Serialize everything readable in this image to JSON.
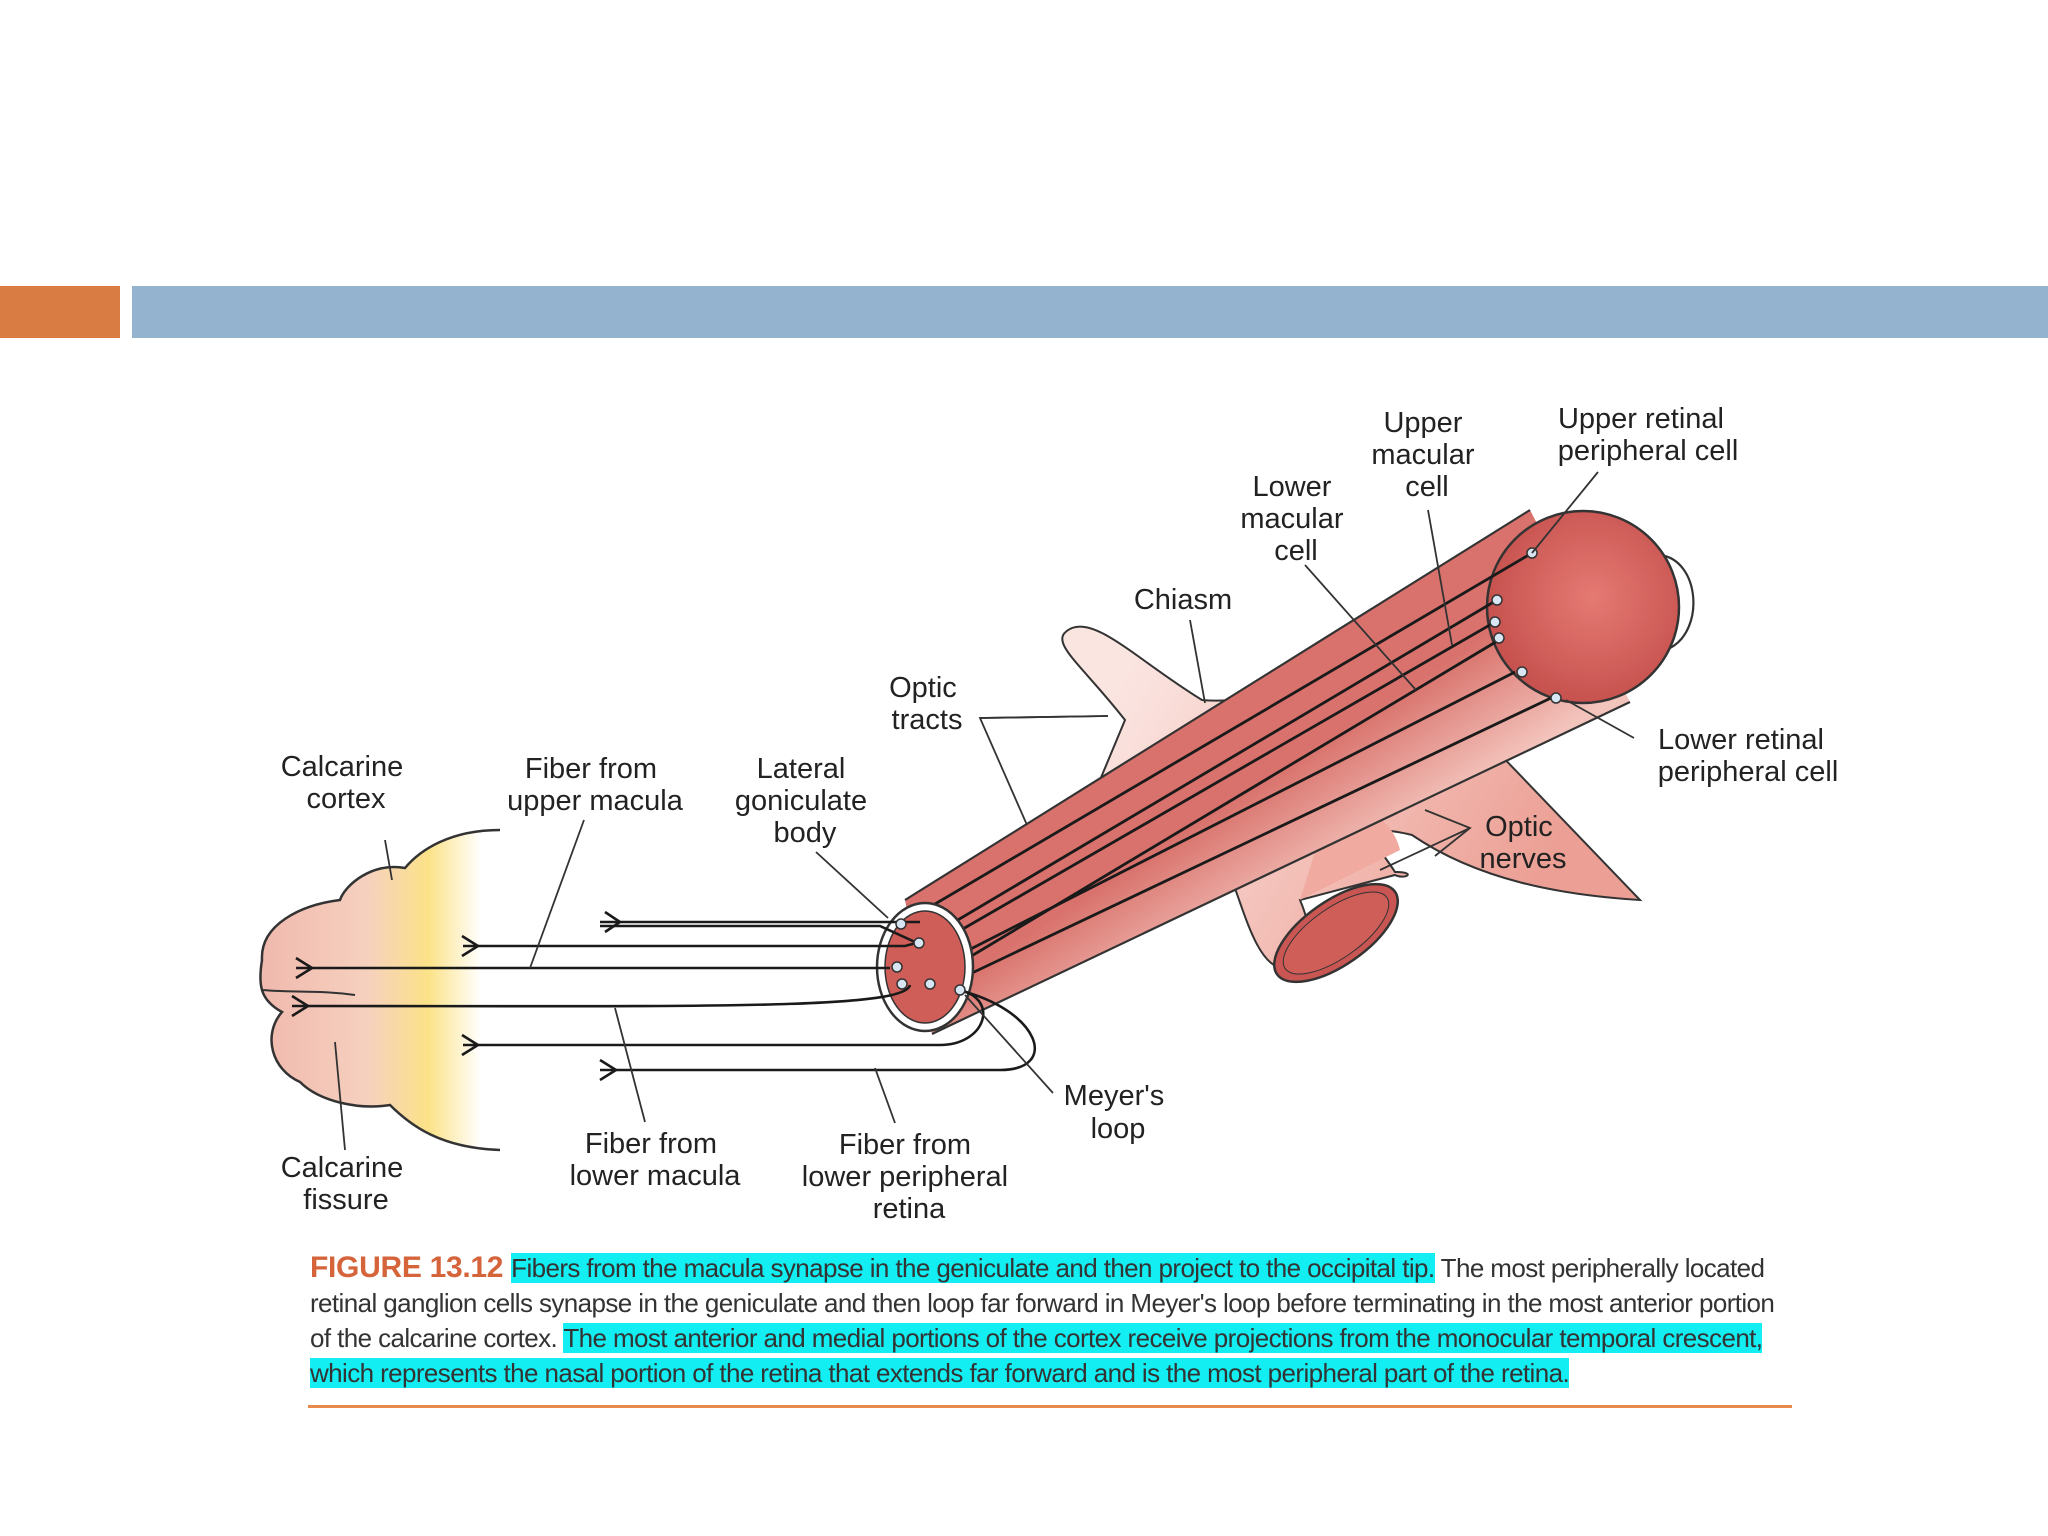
{
  "slide": {
    "accent_colors": {
      "orange": "#d97c43",
      "blue": "#93b3cf",
      "highlight": "#12eef2"
    }
  },
  "labels": {
    "upper_macular_cell": [
      "Upper",
      "macular",
      "cell"
    ],
    "upper_retinal_peripheral_cell": [
      "Upper retinal",
      "peripheral cell"
    ],
    "lower_macular_cell": [
      "Lower",
      "macular",
      "cell"
    ],
    "chiasm": [
      "Chiasm"
    ],
    "optic_tracts": [
      "Optic",
      "tracts"
    ],
    "lower_retinal_peripheral_cell": [
      "Lower retinal",
      "peripheral cell"
    ],
    "calcarine_cortex": [
      "Calcarine",
      "cortex"
    ],
    "fiber_upper_macula": [
      "Fiber from",
      "upper macula"
    ],
    "lateral_geniculate_body": [
      "Lateral",
      "goniculate",
      "body"
    ],
    "optic_nerves": [
      "Optic",
      "nerves"
    ],
    "meyers_loop": [
      "Meyer's",
      "loop"
    ],
    "calcarine_fissure": [
      "Calcarine",
      "fissure"
    ],
    "fiber_lower_macula": [
      "Fiber from",
      "lower macula"
    ],
    "fiber_lower_peripheral_retina": [
      "Fiber from",
      "lower peripheral",
      "retina"
    ]
  },
  "caption": {
    "figure_number": "FIGURE 13.12",
    "sentence_1": "Fibers from the macula synapse in the geniculate and then project to the occipital tip.",
    "sentence_2": "The most peripherally located retinal ganglion cells synapse in the geniculate and then loop far forward in Meyer's loop before terminating in the most anterior portion of the calcarine cortex.",
    "sentence_3": "The most anterior and medial portions of the cortex receive projections from the monocular temporal crescent, which represents the nasal portion of the retina that extends far forward and is the most peripheral part of the retina."
  }
}
